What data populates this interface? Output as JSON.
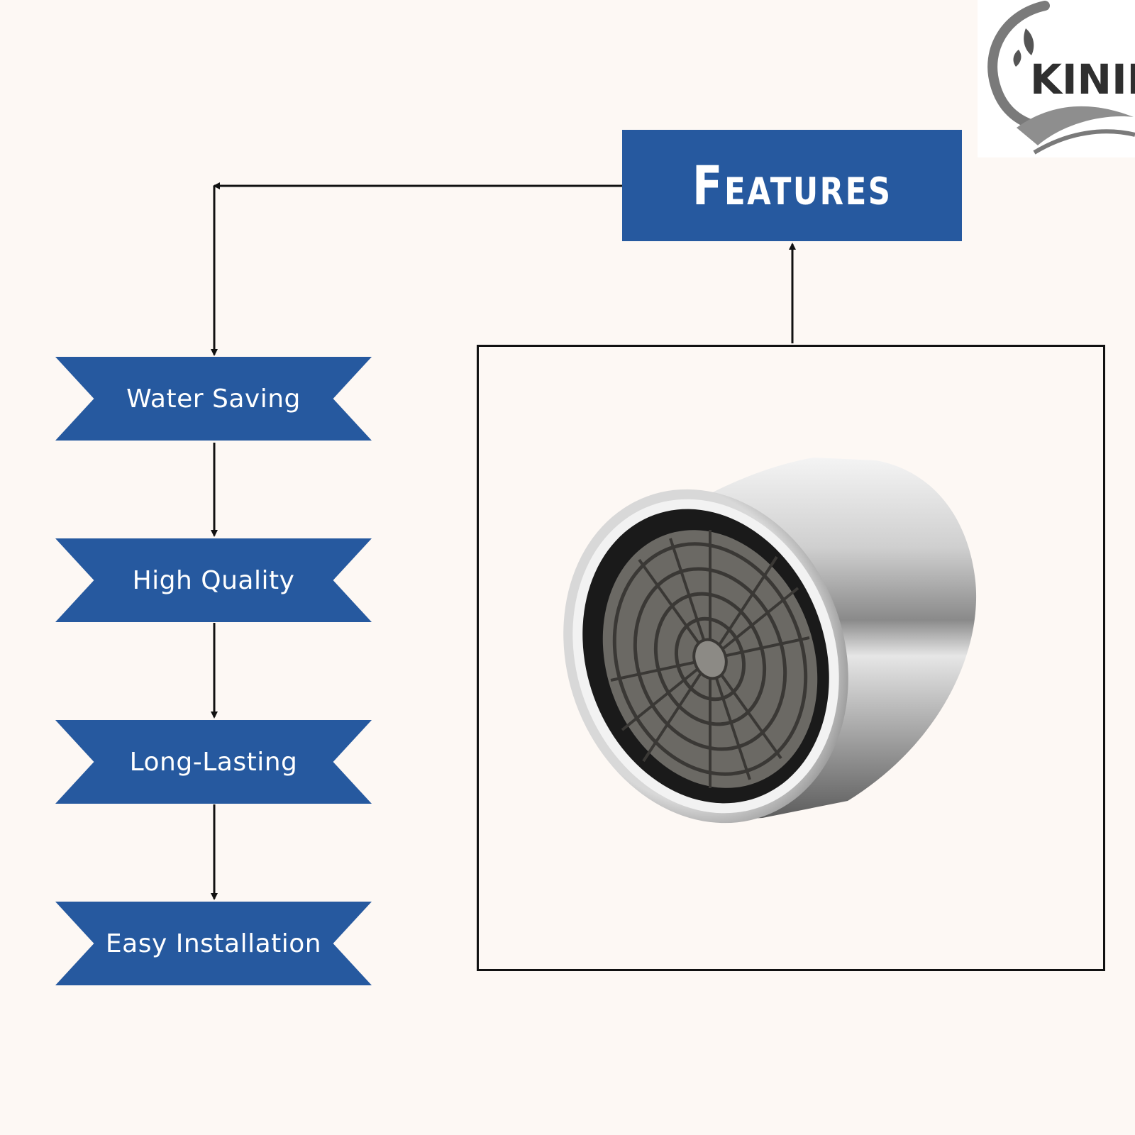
{
  "colors": {
    "background": "#fdf8f4",
    "accent_blue": "#26599f",
    "connector": "#111111",
    "logo_grey": "#7a7a7a"
  },
  "header": {
    "title": "Features"
  },
  "features": [
    {
      "label": "Water Saving"
    },
    {
      "label": "High Quality"
    },
    {
      "label": "Long-Lasting"
    },
    {
      "label": "Easy Installation"
    }
  ],
  "logo": {
    "text": "KINIK",
    "icon": "leaf-swoosh-logo"
  },
  "product": {
    "icon": "faucet-aerator-image"
  }
}
